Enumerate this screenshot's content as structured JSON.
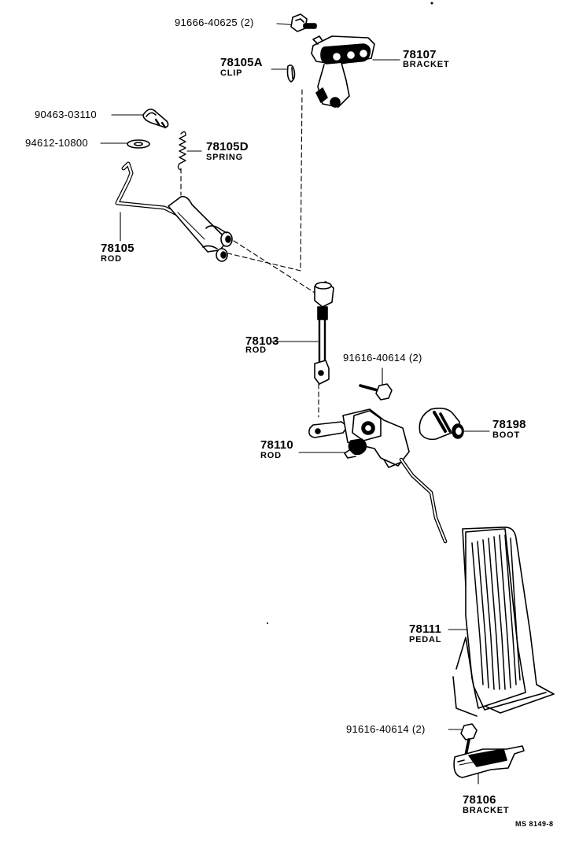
{
  "labels": {
    "bolt_top": "91666-40625 (2)",
    "clip_num": "78105A",
    "clip_name": "CLIP",
    "bracket_top_num": "78107",
    "bracket_top_name": "BRACKET",
    "pin_90463": "90463-03110",
    "washer_94612": "94612-10800",
    "spring_num": "78105D",
    "spring_name": "SPRING",
    "rod_78105_num": "78105",
    "rod_78105_name": "ROD",
    "rod_78103_num": "78103",
    "rod_78103_name": "ROD",
    "bolt_mid": "91616-40614 (2)",
    "boot_num": "78198",
    "boot_name": "BOOT",
    "rod_78110_num": "78110",
    "rod_78110_name": "ROD",
    "pedal_num": "78111",
    "pedal_name": "PEDAL",
    "bolt_bottom": "91616-40614 (2)",
    "bracket_bottom_num": "78106",
    "bracket_bottom_name": "BRACKET",
    "drawing_code": "MS 8149-8"
  }
}
